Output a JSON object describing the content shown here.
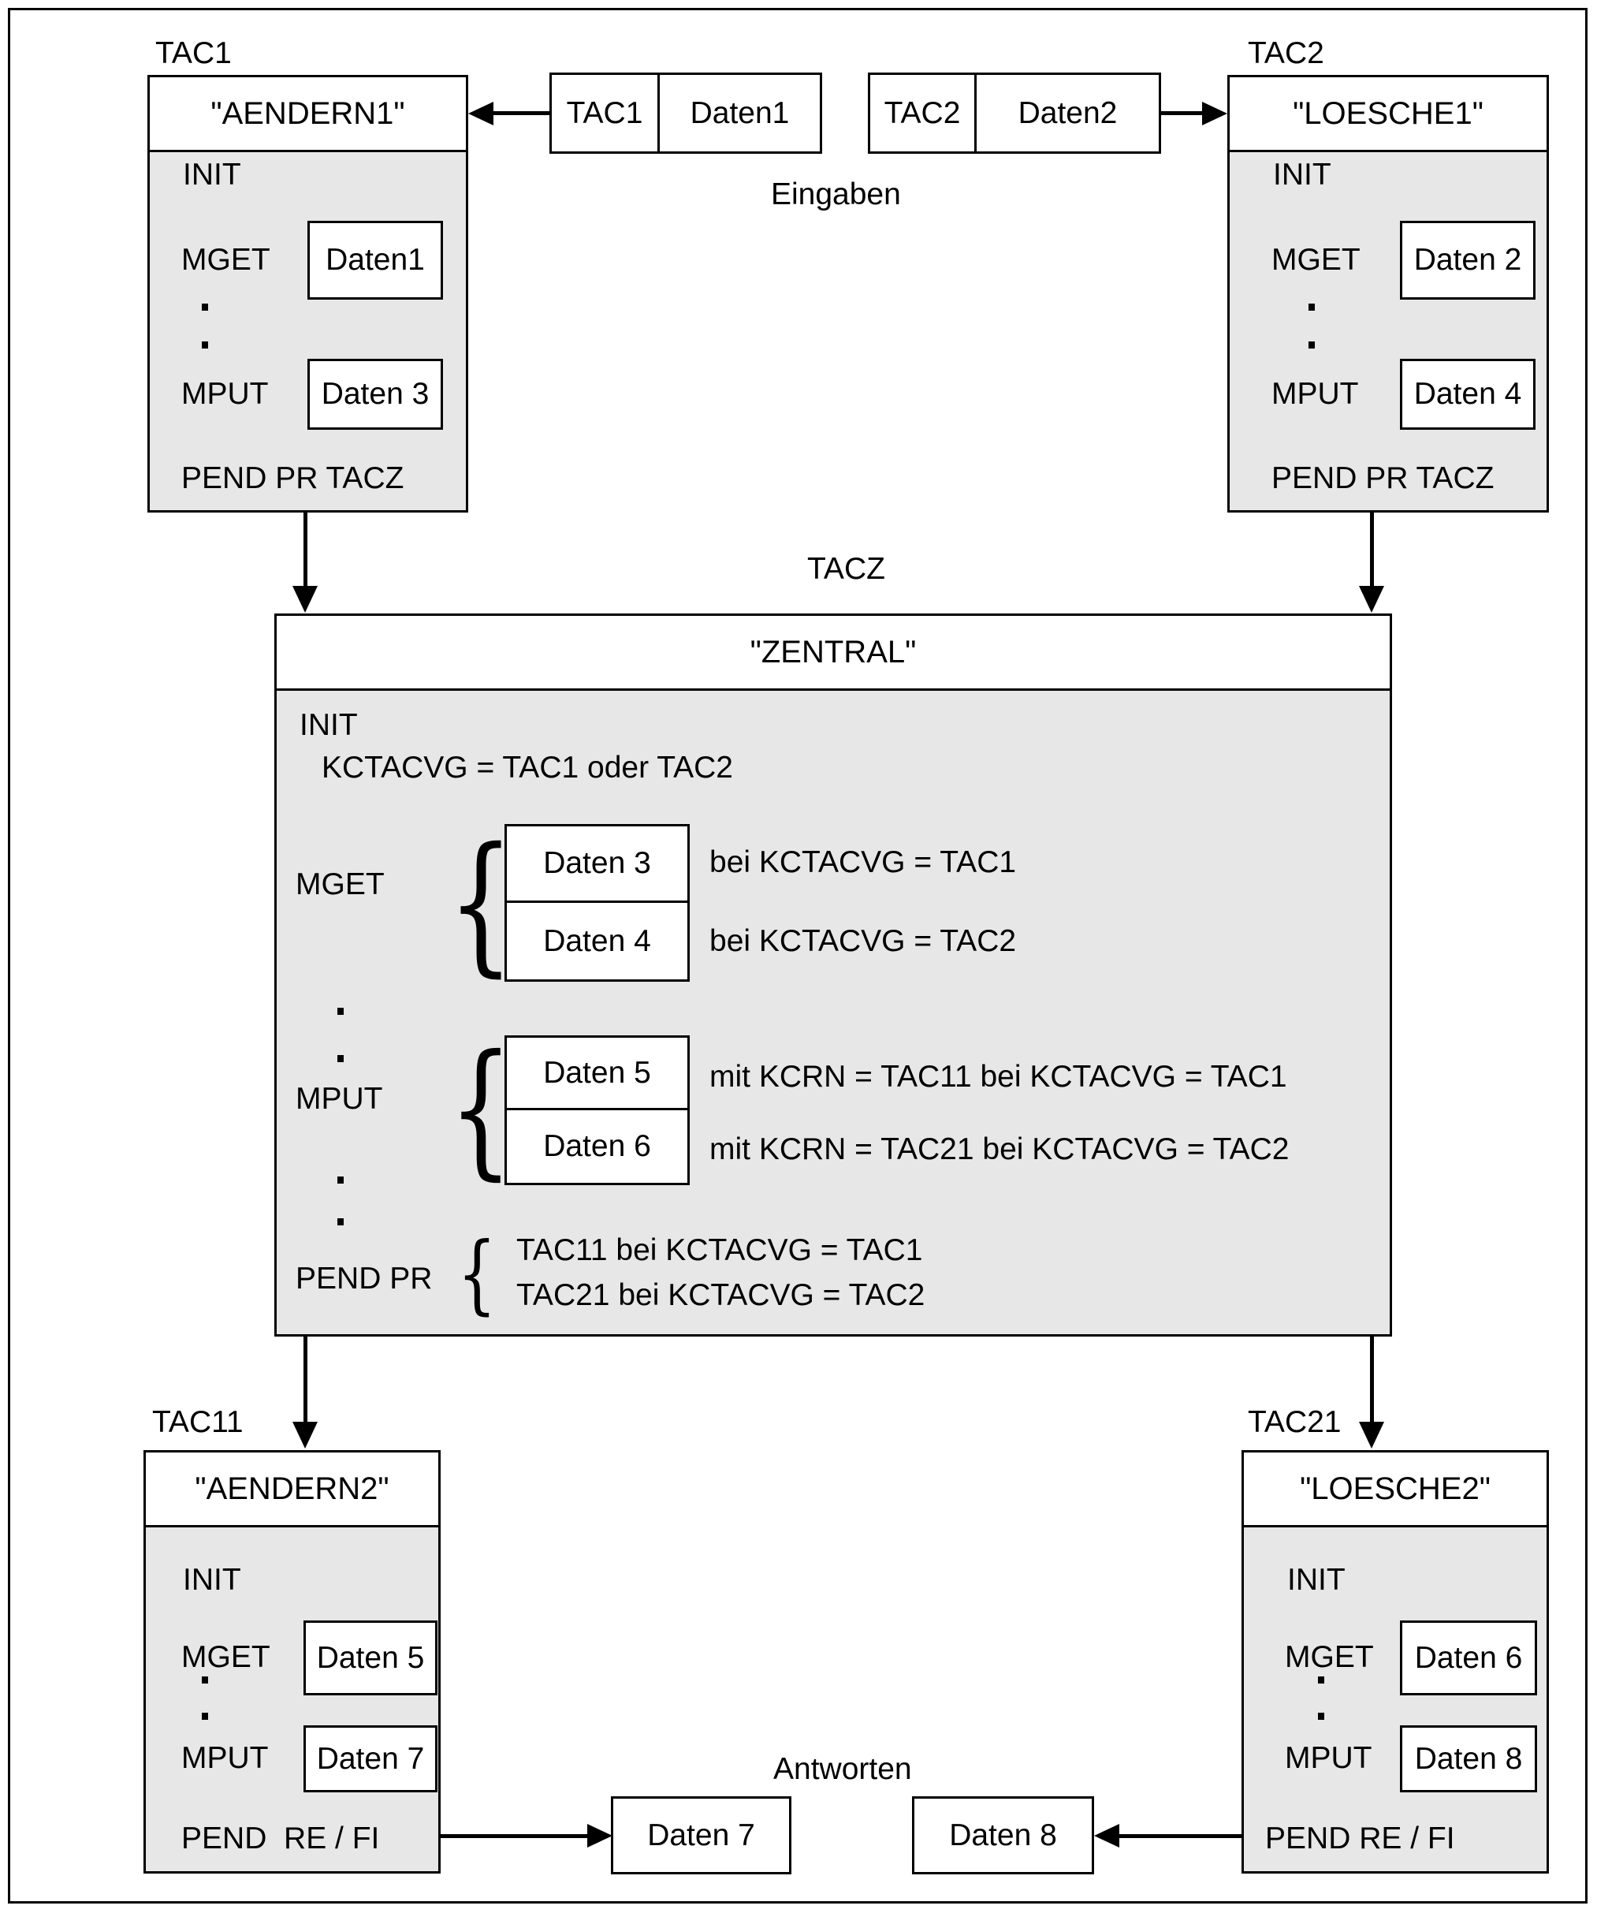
{
  "glyphs": {
    "brace": "{"
  },
  "colors": {
    "body_fill": "#e7e7e7",
    "border": "#000000",
    "background": "#ffffff"
  },
  "top_left": {
    "tag": "TAC1",
    "title": "\"AENDERN1\"",
    "init": "INIT",
    "mget": "MGET",
    "mget_box": "Daten1",
    "mput": "MPUT",
    "mput_box": "Daten 3",
    "pend": "PEND PR TACZ"
  },
  "top_right": {
    "tag": "TAC2",
    "title": "\"LOESCHE1\"",
    "init": "INIT",
    "mget": "MGET",
    "mget_box": "Daten 2",
    "mput": "MPUT",
    "mput_box": "Daten 4",
    "pend": "PEND PR TACZ"
  },
  "inputs": {
    "label": "Eingaben",
    "box1": {
      "tac": "TAC1",
      "data": "Daten1"
    },
    "box2": {
      "tac": "TAC2",
      "data": "Daten2"
    }
  },
  "central": {
    "tag": "TACZ",
    "title": "\"ZENTRAL\"",
    "init": "INIT",
    "init_detail": "KCTACVG = TAC1 oder TAC2",
    "mget": "MGET",
    "mget_rows": [
      {
        "box": "Daten 3",
        "text": "bei KCTACVG = TAC1"
      },
      {
        "box": "Daten 4",
        "text": "bei KCTACVG = TAC2"
      }
    ],
    "mput": "MPUT",
    "mput_rows": [
      {
        "box": "Daten 5",
        "text": "mit KCRN = TAC11 bei KCTACVG = TAC1"
      },
      {
        "box": "Daten 6",
        "text": "mit KCRN = TAC21 bei KCTACVG = TAC2"
      }
    ],
    "pend": "PEND PR",
    "pend_rows": [
      "TAC11 bei KCTACVG = TAC1",
      "TAC21 bei KCTACVG = TAC2"
    ]
  },
  "bottom_left": {
    "tag": "TAC11",
    "title": "\"AENDERN2\"",
    "init": "INIT",
    "mget": "MGET",
    "mget_box": "Daten 5",
    "mput": "MPUT",
    "mput_box": "Daten 7",
    "pend": "PEND  RE / FI"
  },
  "bottom_right": {
    "tag": "TAC21",
    "title": "\"LOESCHE2\"",
    "init": "INIT",
    "mget": "MGET",
    "mget_box": "Daten 6",
    "mput": "MPUT",
    "mput_box": "Daten 8",
    "pend": "PEND RE / FI"
  },
  "outputs": {
    "label": "Antworten",
    "box1": "Daten 7",
    "box2": "Daten 8"
  }
}
